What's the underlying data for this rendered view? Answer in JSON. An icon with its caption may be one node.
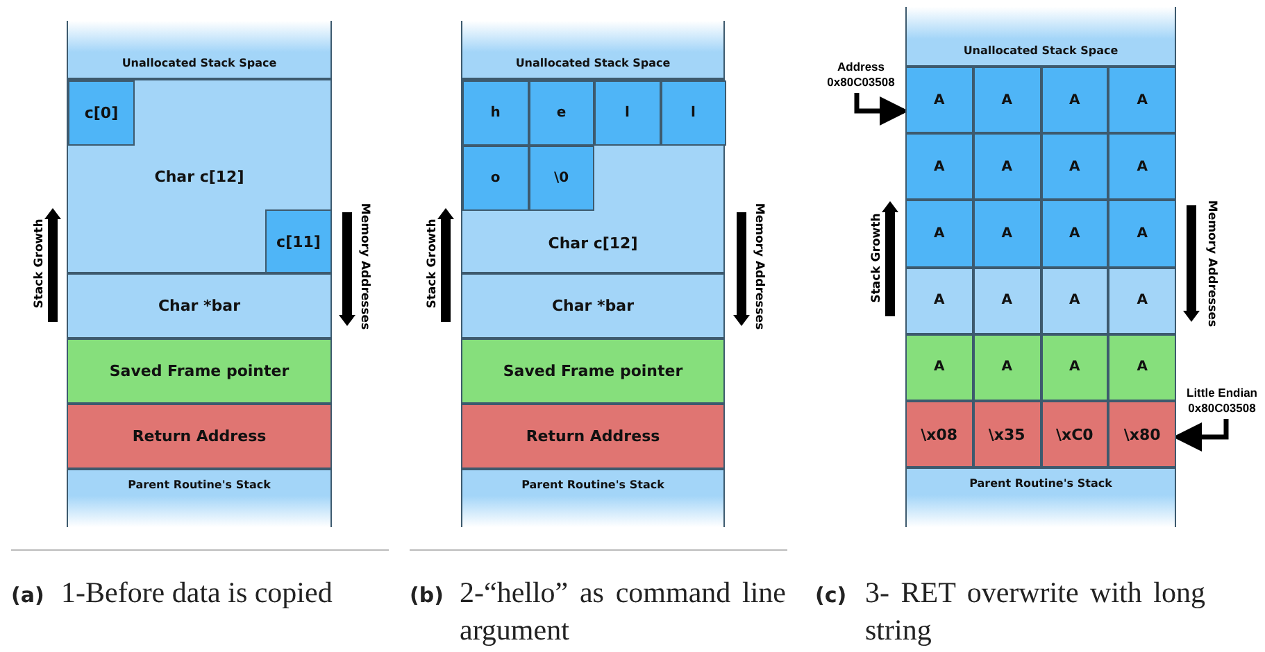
{
  "diagram": {
    "nodes": [
      {
        "text": [
          "Unallocated Stack Space"
        ]
      },
      {
        "text": [
          "Char c[12]"
        ]
      },
      {
        "text": [
          "c[0]"
        ],
        "in": 1
      },
      {
        "text": [
          "c[11]"
        ],
        "in": 1
      },
      {
        "text": [
          "Char *bar"
        ]
      },
      {
        "text": [
          "Saved Frame pointer"
        ]
      },
      {
        "text": [
          "Return Address"
        ]
      },
      {
        "text": [
          "Parent Routine's Stack"
        ]
      },
      {
        "text": [
          "Unallocated Stack Space"
        ]
      },
      {
        "text": [
          "Char c[12]"
        ]
      },
      {
        "text": [
          "h"
        ],
        "in": 9
      },
      {
        "text": [
          "e"
        ],
        "in": 9
      },
      {
        "text": [
          "l"
        ],
        "in": 9
      },
      {
        "text": [
          "l"
        ],
        "in": 9
      },
      {
        "text": [
          "o"
        ],
        "in": 9
      },
      {
        "text": [
          "\\0"
        ],
        "in": 9
      },
      {
        "text": [
          "Char *bar"
        ]
      },
      {
        "text": [
          "Saved Frame pointer"
        ]
      },
      {
        "text": [
          "Return Address"
        ]
      },
      {
        "text": [
          "Parent Routine's Stack"
        ]
      },
      {
        "text": [
          "Unallocated Stack Space"
        ]
      },
      {
        "text": [
          "A"
        ]
      },
      {
        "text": [
          "A"
        ]
      },
      {
        "text": [
          "A"
        ]
      },
      {
        "text": [
          "A"
        ]
      },
      {
        "text": [
          "A"
        ]
      },
      {
        "text": [
          "A"
        ]
      },
      {
        "text": [
          "A"
        ]
      },
      {
        "text": [
          "A"
        ]
      },
      {
        "text": [
          "A"
        ]
      },
      {
        "text": [
          "A"
        ]
      },
      {
        "text": [
          "A"
        ]
      },
      {
        "text": [
          "A"
        ]
      },
      {
        "text": [
          "A"
        ]
      },
      {
        "text": [
          "A"
        ]
      },
      {
        "text": [
          "A"
        ]
      },
      {
        "text": [
          "A"
        ]
      },
      {
        "text": [
          "A"
        ]
      },
      {
        "text": [
          "A"
        ]
      },
      {
        "text": [
          "A"
        ]
      },
      {
        "text": [
          "A"
        ]
      },
      {
        "text": [
          "\\x08"
        ]
      },
      {
        "text": [
          "\\x35"
        ]
      },
      {
        "text": [
          "\\xC0"
        ]
      },
      {
        "text": [
          "\\x80"
        ]
      },
      {
        "text": [
          "Parent Routine's Stack"
        ]
      },
      {
        "text": [
          "Address 0x80C03508"
        ]
      },
      {
        "text": [
          "Little Endian 0x80C03508"
        ]
      }
    ],
    "edges": [
      {
        "from": 46,
        "to": 21,
        "arrow": "to"
      },
      {
        "from": 47,
        "to": 44,
        "arrow": "to"
      }
    ],
    "labels": [
      "Stack Growth",
      "Memory Addresses",
      "Stack Growth",
      "Memory Addresses",
      "Stack Growth",
      "Memory Addresses",
      "(a)",
      "1-Before data is copied",
      "(b)",
      "2-“hello” as command line argument",
      "(c)",
      "3- RET overwrite with long string"
    ]
  }
}
